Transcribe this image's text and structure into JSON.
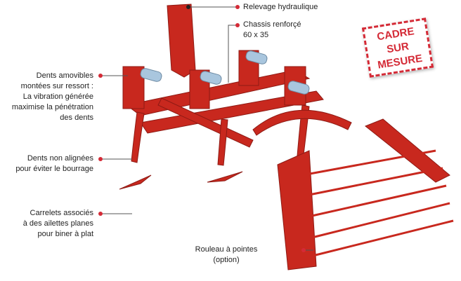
{
  "callouts": {
    "relevage": {
      "line1": "Relevage hydraulique"
    },
    "chassis": {
      "line1": "Chassis renforçé",
      "line2": "60 x 35"
    },
    "dents_amovibles": {
      "line1": "Dents amovibles",
      "line2": "montées sur ressort :",
      "line3": "La vibration générée",
      "line4": "maximise la pénétration",
      "line5": "des dents"
    },
    "dents_non_alignees": {
      "line1": "Dents non alignées",
      "line2": "pour éviter le bourrage"
    },
    "carrelets": {
      "line1": "Carrelets associés",
      "line2": "à des ailettes planes",
      "line3": "pour biner à plat"
    },
    "rouleau": {
      "line1": "Rouleau à pointes",
      "line2": "(option)"
    }
  },
  "stamp": {
    "line1": "CADRE",
    "line2": "SUR",
    "line3": "MESURE"
  },
  "colors": {
    "machine": "#c8281e",
    "accent": "#d42a36",
    "spring": "#a9c6de"
  }
}
